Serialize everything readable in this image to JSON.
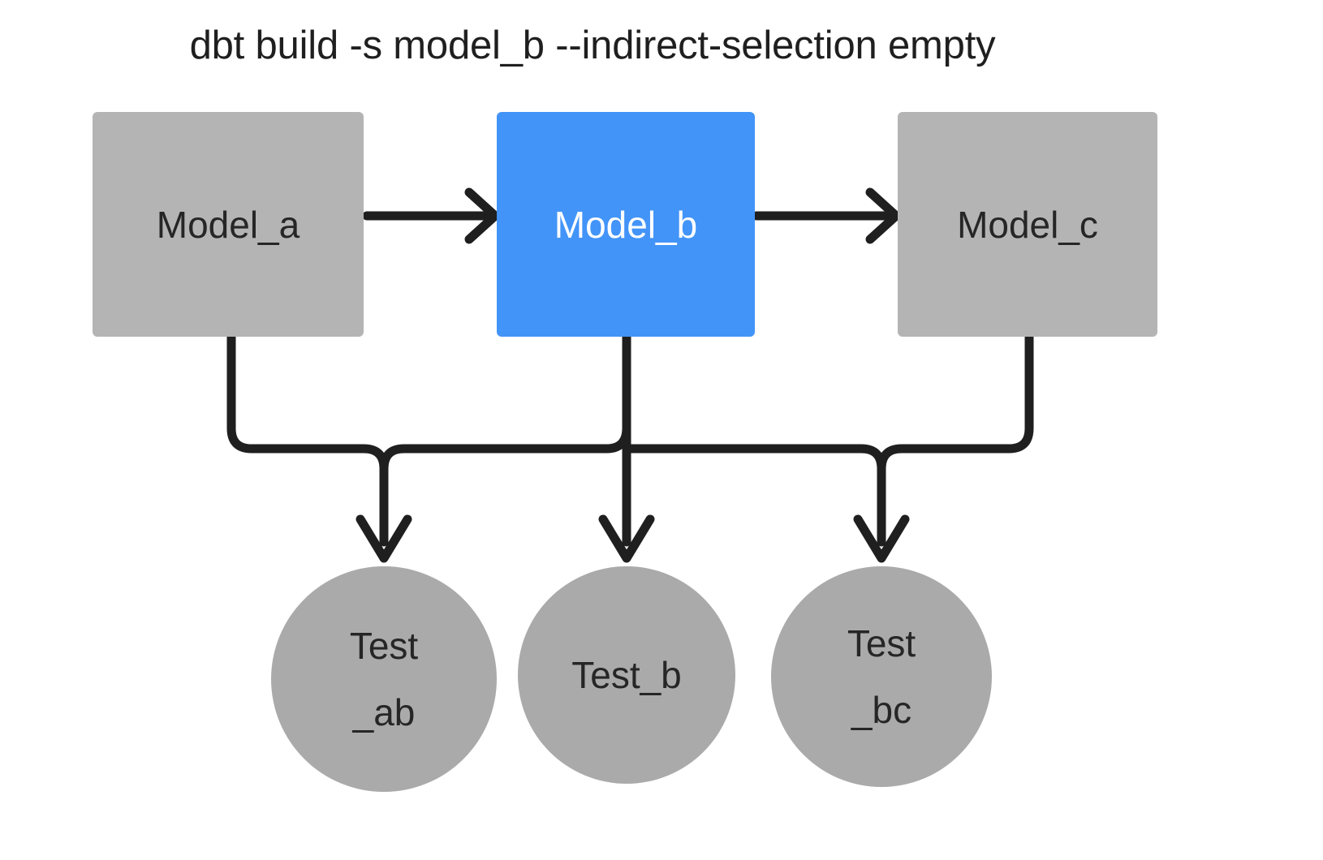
{
  "diagram": {
    "title": "dbt build -s model_b --indirect-selection empty",
    "type": "dag",
    "colors": {
      "selected_node": "#4294f8",
      "unselected_node": "#b4b4b4",
      "test_node": "#aaaaaa",
      "edge": "#1f1f1f",
      "text_dark": "#262626",
      "text_light": "#ffffff",
      "background": "#ffffff"
    },
    "models": [
      {
        "id": "model_a",
        "label": "Model_a",
        "state": "unselected",
        "shape": "rectangle"
      },
      {
        "id": "model_b",
        "label": "Model_b",
        "state": "selected",
        "shape": "rectangle"
      },
      {
        "id": "model_c",
        "label": "Model_c",
        "state": "unselected",
        "shape": "rectangle"
      }
    ],
    "tests": [
      {
        "id": "test_ab",
        "label_line_1": "Test",
        "label_line_2": "_ab",
        "state": "unselected",
        "shape": "circle"
      },
      {
        "id": "test_b",
        "label_line_1": "Test_b",
        "label_line_2": "",
        "state": "unselected",
        "shape": "circle"
      },
      {
        "id": "test_bc",
        "label_line_1": "Test",
        "label_line_2": "_bc",
        "state": "unselected",
        "shape": "circle"
      }
    ],
    "edges": [
      {
        "from": "model_a",
        "to": "model_b",
        "style": "straight-arrow"
      },
      {
        "from": "model_b",
        "to": "model_c",
        "style": "straight-arrow"
      },
      {
        "from": "model_a",
        "to": "test_ab",
        "style": "elbow-arrow"
      },
      {
        "from": "model_b",
        "to": "test_ab",
        "style": "elbow-arrow"
      },
      {
        "from": "model_b",
        "to": "test_b",
        "style": "straight-arrow"
      },
      {
        "from": "model_b",
        "to": "test_bc",
        "style": "elbow-arrow"
      },
      {
        "from": "model_c",
        "to": "test_bc",
        "style": "elbow-arrow"
      }
    ]
  }
}
